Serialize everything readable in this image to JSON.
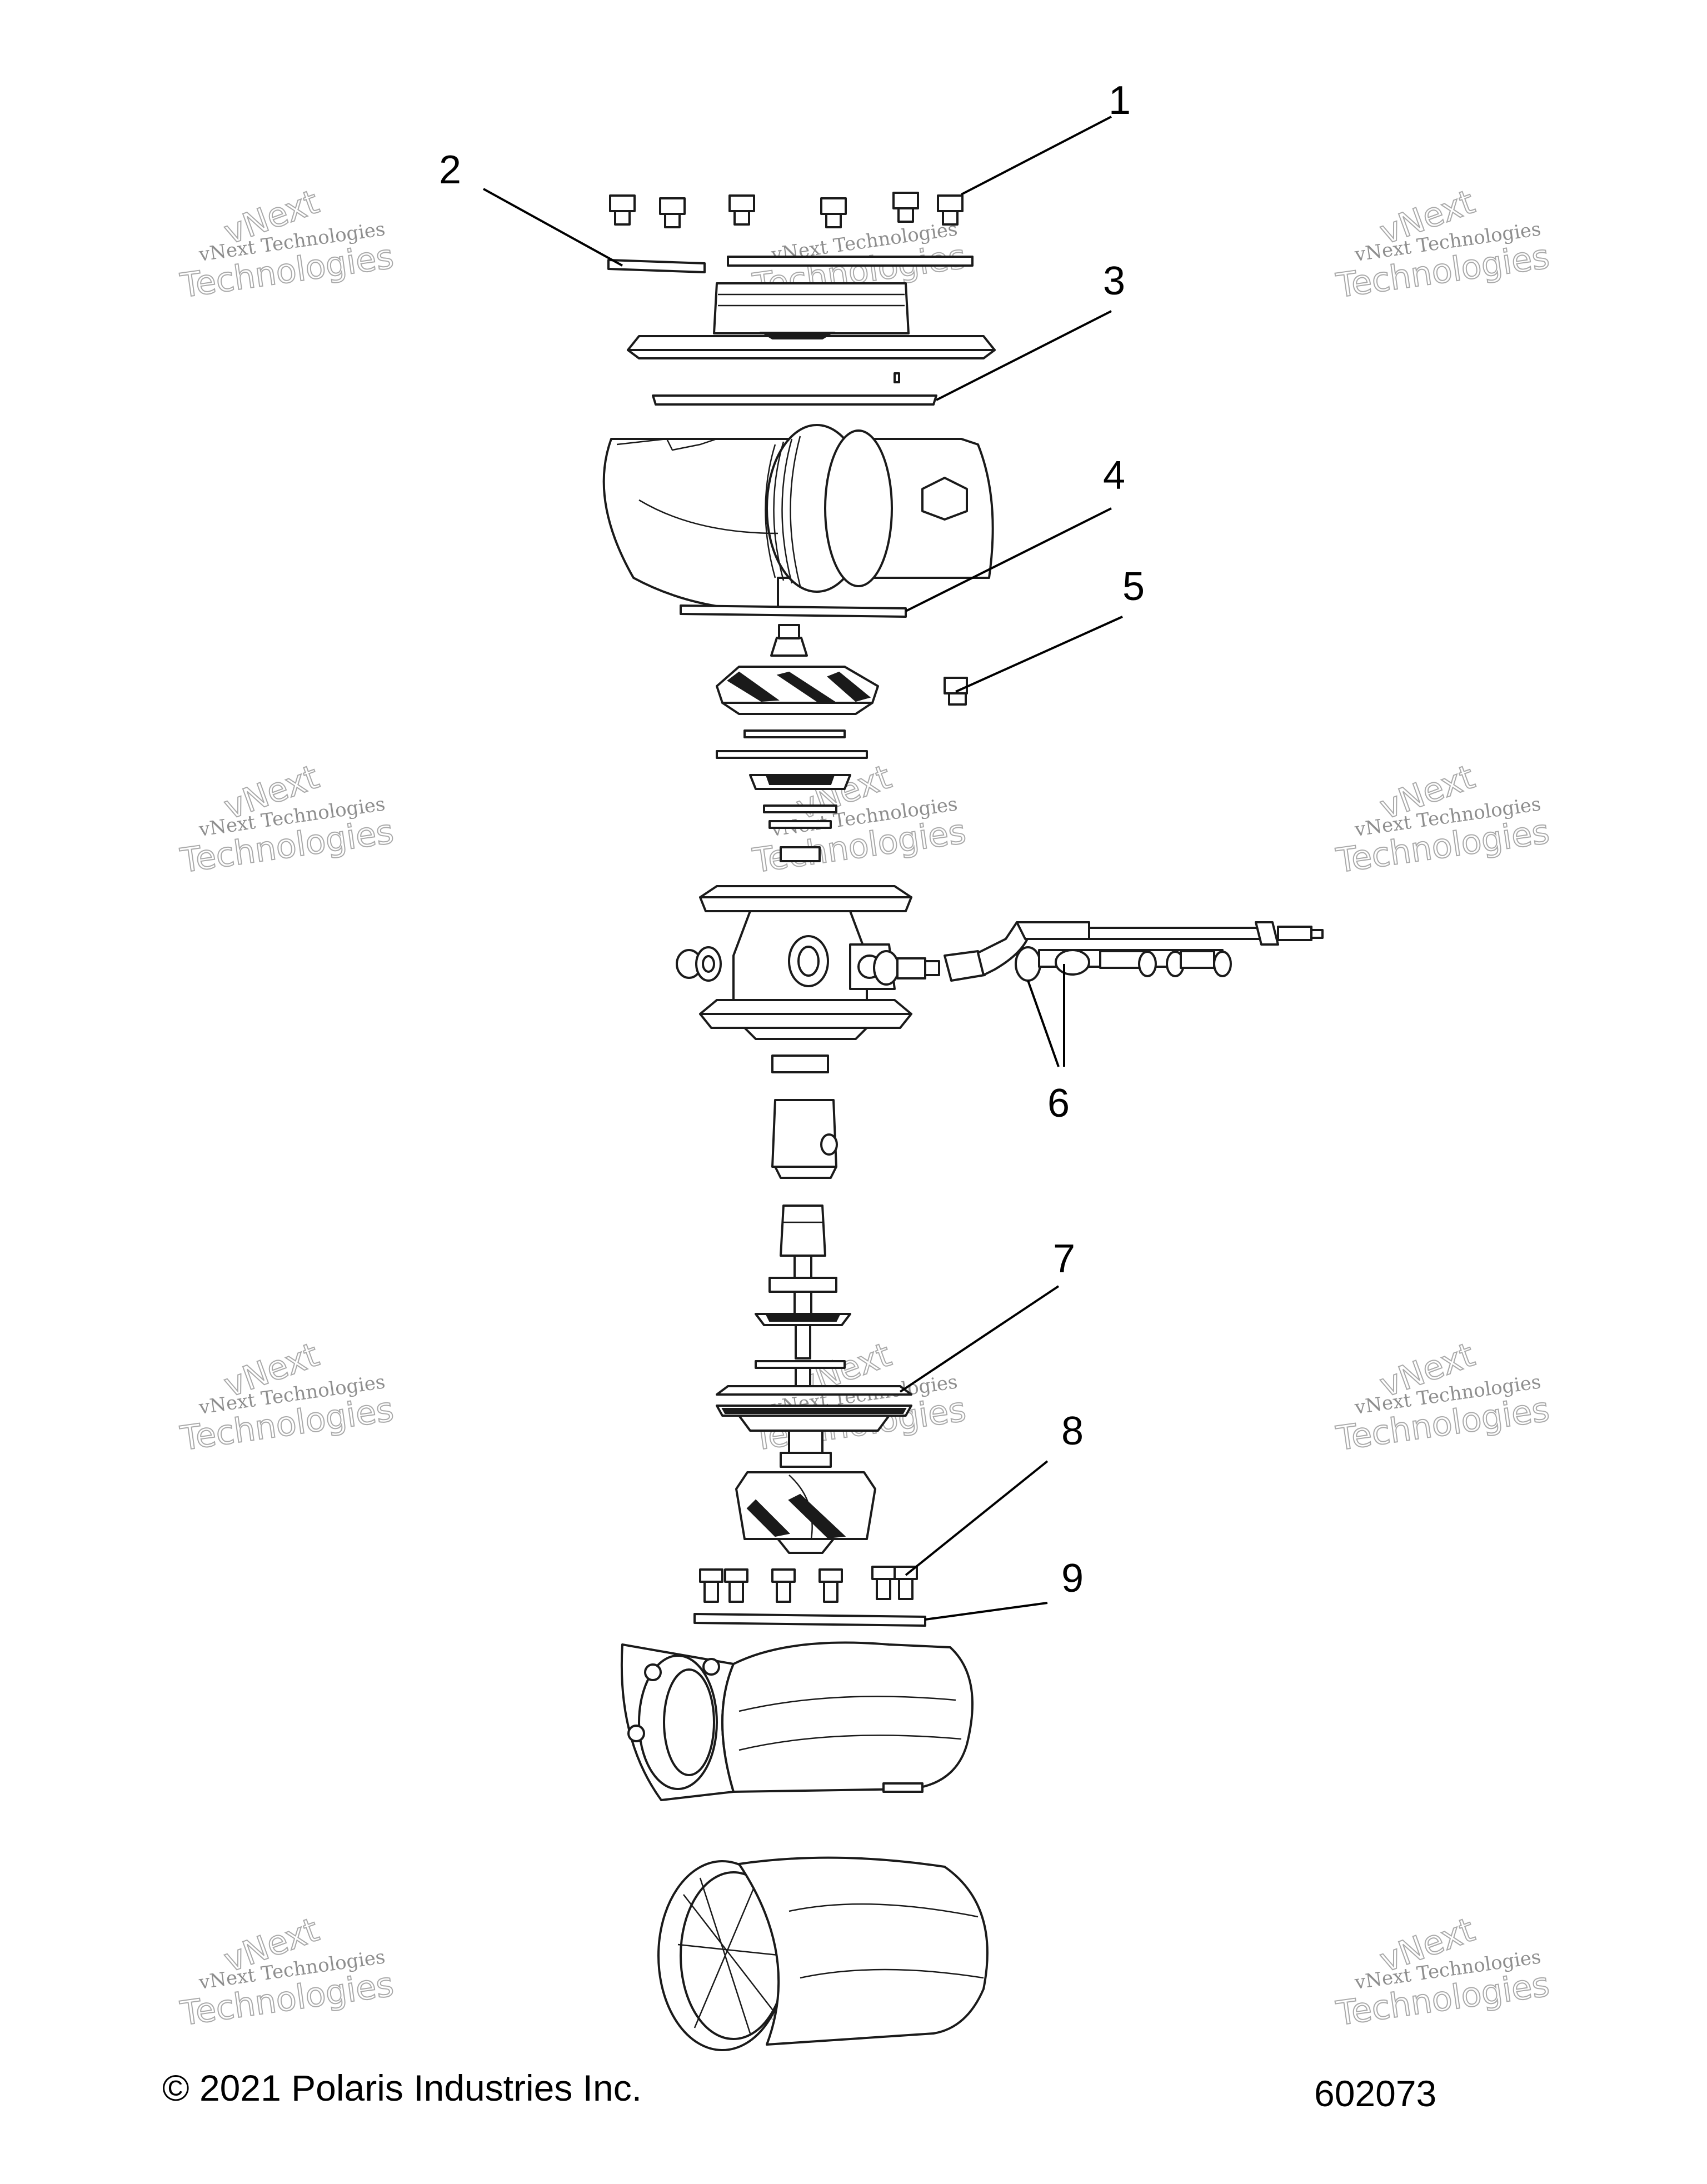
{
  "callouts": [
    {
      "id": "1",
      "label": "1"
    },
    {
      "id": "2",
      "label": "2"
    },
    {
      "id": "3",
      "label": "3"
    },
    {
      "id": "4",
      "label": "4"
    },
    {
      "id": "5",
      "label": "5"
    },
    {
      "id": "6",
      "label": "6"
    },
    {
      "id": "7",
      "label": "7"
    },
    {
      "id": "8",
      "label": "8"
    },
    {
      "id": "9",
      "label": "9"
    }
  ],
  "watermark": {
    "line1": "vNext Technologies",
    "line2": "Technologies",
    "line3": "vNext"
  },
  "footer": {
    "copyright": "© 2021 Polaris Industries Inc.",
    "figure_number": "602073"
  }
}
